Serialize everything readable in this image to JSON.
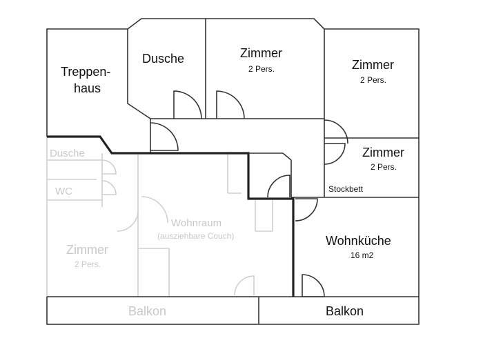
{
  "rooms": {
    "treppenhaus": {
      "line1": "Treppen-",
      "line2": "haus"
    },
    "dusche_top": {
      "name": "Dusche"
    },
    "zimmer_a": {
      "name": "Zimmer",
      "sub": "2 Pers."
    },
    "zimmer_b": {
      "name": "Zimmer",
      "sub": "2 Pers."
    },
    "zimmer_c": {
      "name": "Zimmer",
      "sub": "2 Pers.",
      "note": "Stockbett"
    },
    "wohnkueche": {
      "name": "Wohnküche",
      "sub": "16 m2"
    },
    "balkon_right": {
      "name": "Balkon"
    }
  },
  "faded_rooms": {
    "dusche": {
      "name": "Dusche"
    },
    "wc": {
      "name": "WC"
    },
    "wohnraum": {
      "name": "Wohnraum",
      "sub": "(ausziehbare Couch)"
    },
    "zimmer": {
      "name": "Zimmer",
      "sub": "2 Pers."
    },
    "balkon_left": {
      "name": "Balkon"
    }
  },
  "colors": {
    "active_wall": "#333333",
    "faded_wall": "#cfcfcf",
    "unit_boundary": "#222222"
  }
}
